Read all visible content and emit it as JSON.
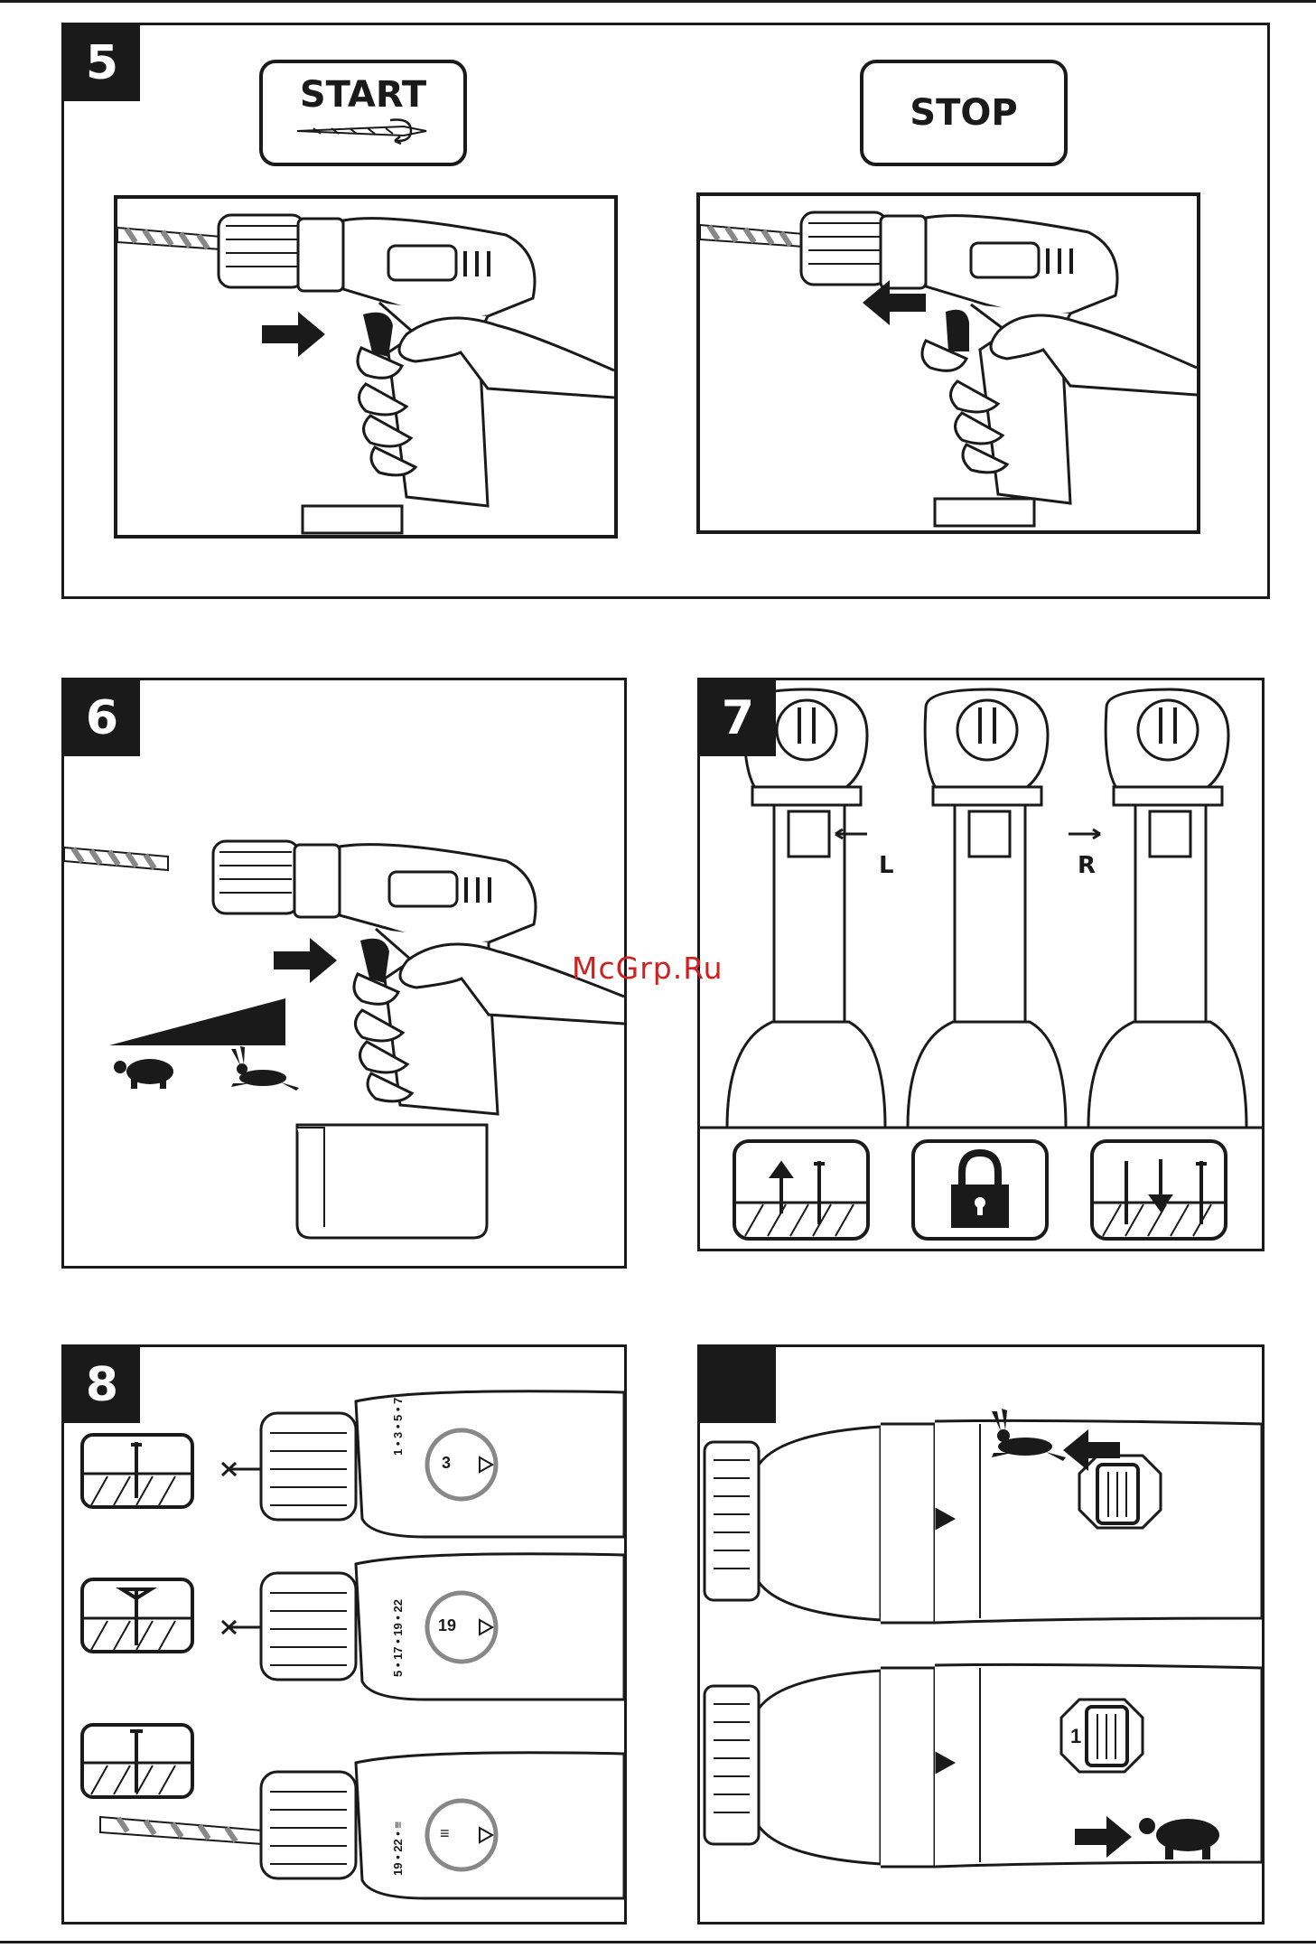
{
  "page": {
    "watermark": "McGrp.Ru"
  },
  "panel5": {
    "number": "5",
    "start_label": "START",
    "stop_label": "STOP"
  },
  "panel6": {
    "number": "6"
  },
  "panel7": {
    "number": "7",
    "left_label": "L",
    "right_label": "R"
  },
  "panel8": {
    "number": "8",
    "settings": [
      {
        "ring_text": "1 • 3 • 5 • 7",
        "selected": "3"
      },
      {
        "ring_text": "5 • 17 • 19 • 22",
        "selected": "19"
      },
      {
        "ring_text": "19 • 22 • ≡",
        "selected": "≡"
      }
    ]
  },
  "panel9": {
    "number": "",
    "gear_low_label": "1"
  },
  "icons": {
    "slow": "tortoise-icon",
    "fast": "hare-icon",
    "lock": "padlock-icon",
    "loosen": "screw-out-icon",
    "tighten": "screw-in-icon"
  }
}
